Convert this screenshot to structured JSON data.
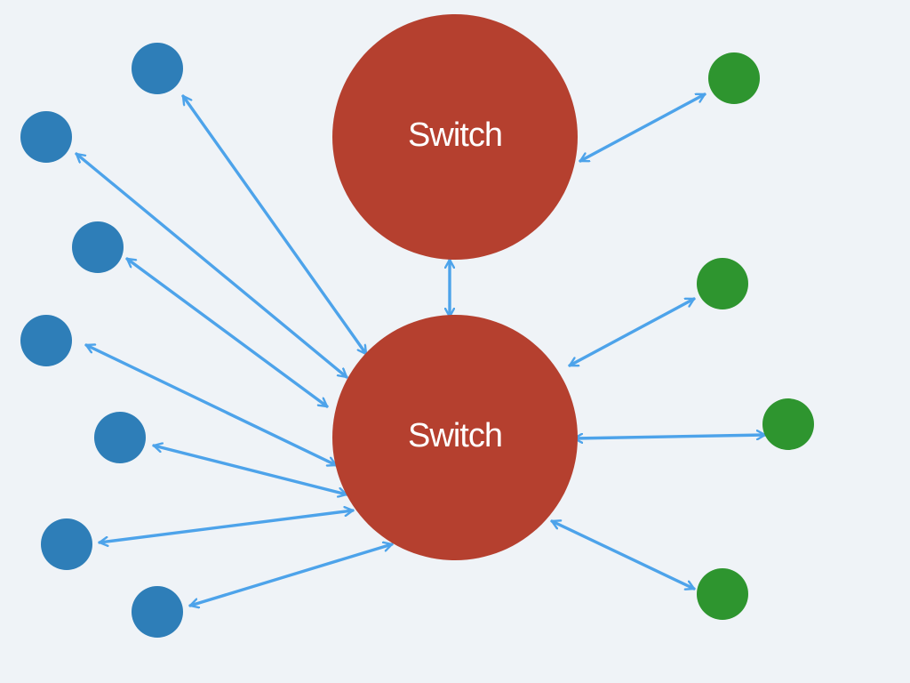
{
  "diagram": {
    "switches": [
      {
        "id": "switch-top",
        "label": "Switch"
      },
      {
        "id": "switch-bottom",
        "label": "Switch"
      }
    ],
    "colors": {
      "switch": "#b5402f",
      "left_node": "#2e7eb8",
      "right_node": "#2e952f",
      "connection": "#4da3ea",
      "background": "#eff3f7"
    },
    "left_nodes_connected_to": "switch-bottom",
    "left_node_count": 7,
    "right_nodes": [
      {
        "connected_to": "switch-top"
      },
      {
        "connected_to": "switch-bottom"
      },
      {
        "connected_to": "switch-bottom"
      },
      {
        "connected_to": "switch-bottom"
      }
    ],
    "switch_link": [
      "switch-top",
      "switch-bottom"
    ],
    "connection_style": "double-headed arrow"
  }
}
